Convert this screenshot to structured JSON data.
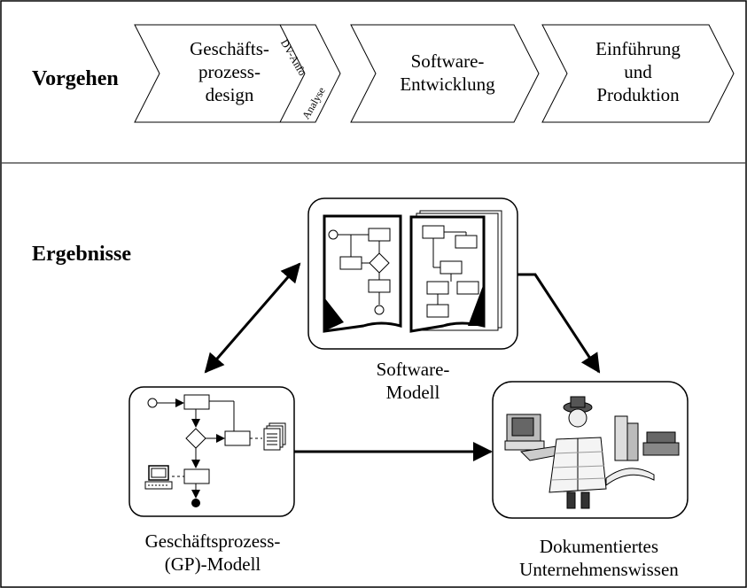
{
  "process_section": {
    "heading": "Vorgehen",
    "steps": [
      {
        "lines": [
          "Geschäfts-",
          "prozess-",
          "design"
        ]
      },
      {
        "lines": [
          "Software-",
          "Entwicklung"
        ]
      },
      {
        "lines": [
          "Einführung",
          "und",
          "Produktion"
        ]
      }
    ],
    "sub_labels": [
      "DV-Anfo",
      "Analyse"
    ]
  },
  "results_section": {
    "heading": "Ergebnisse",
    "software_model": {
      "lines": [
        "Software-",
        "Modell"
      ]
    },
    "gp_model": {
      "lines": [
        "Geschäftsprozess-",
        "(GP)-Modell"
      ]
    },
    "knowledge": {
      "lines": [
        "Dokumentiertes",
        "Unternehmenswissen"
      ]
    }
  },
  "icons": [
    "flowchart-document-icon",
    "computer-icon",
    "document-stack-icon",
    "person-reading-icon",
    "books-icon"
  ],
  "colors": {
    "line": "#000000",
    "background": "#ffffff",
    "shadow": "#d0d0d0"
  }
}
